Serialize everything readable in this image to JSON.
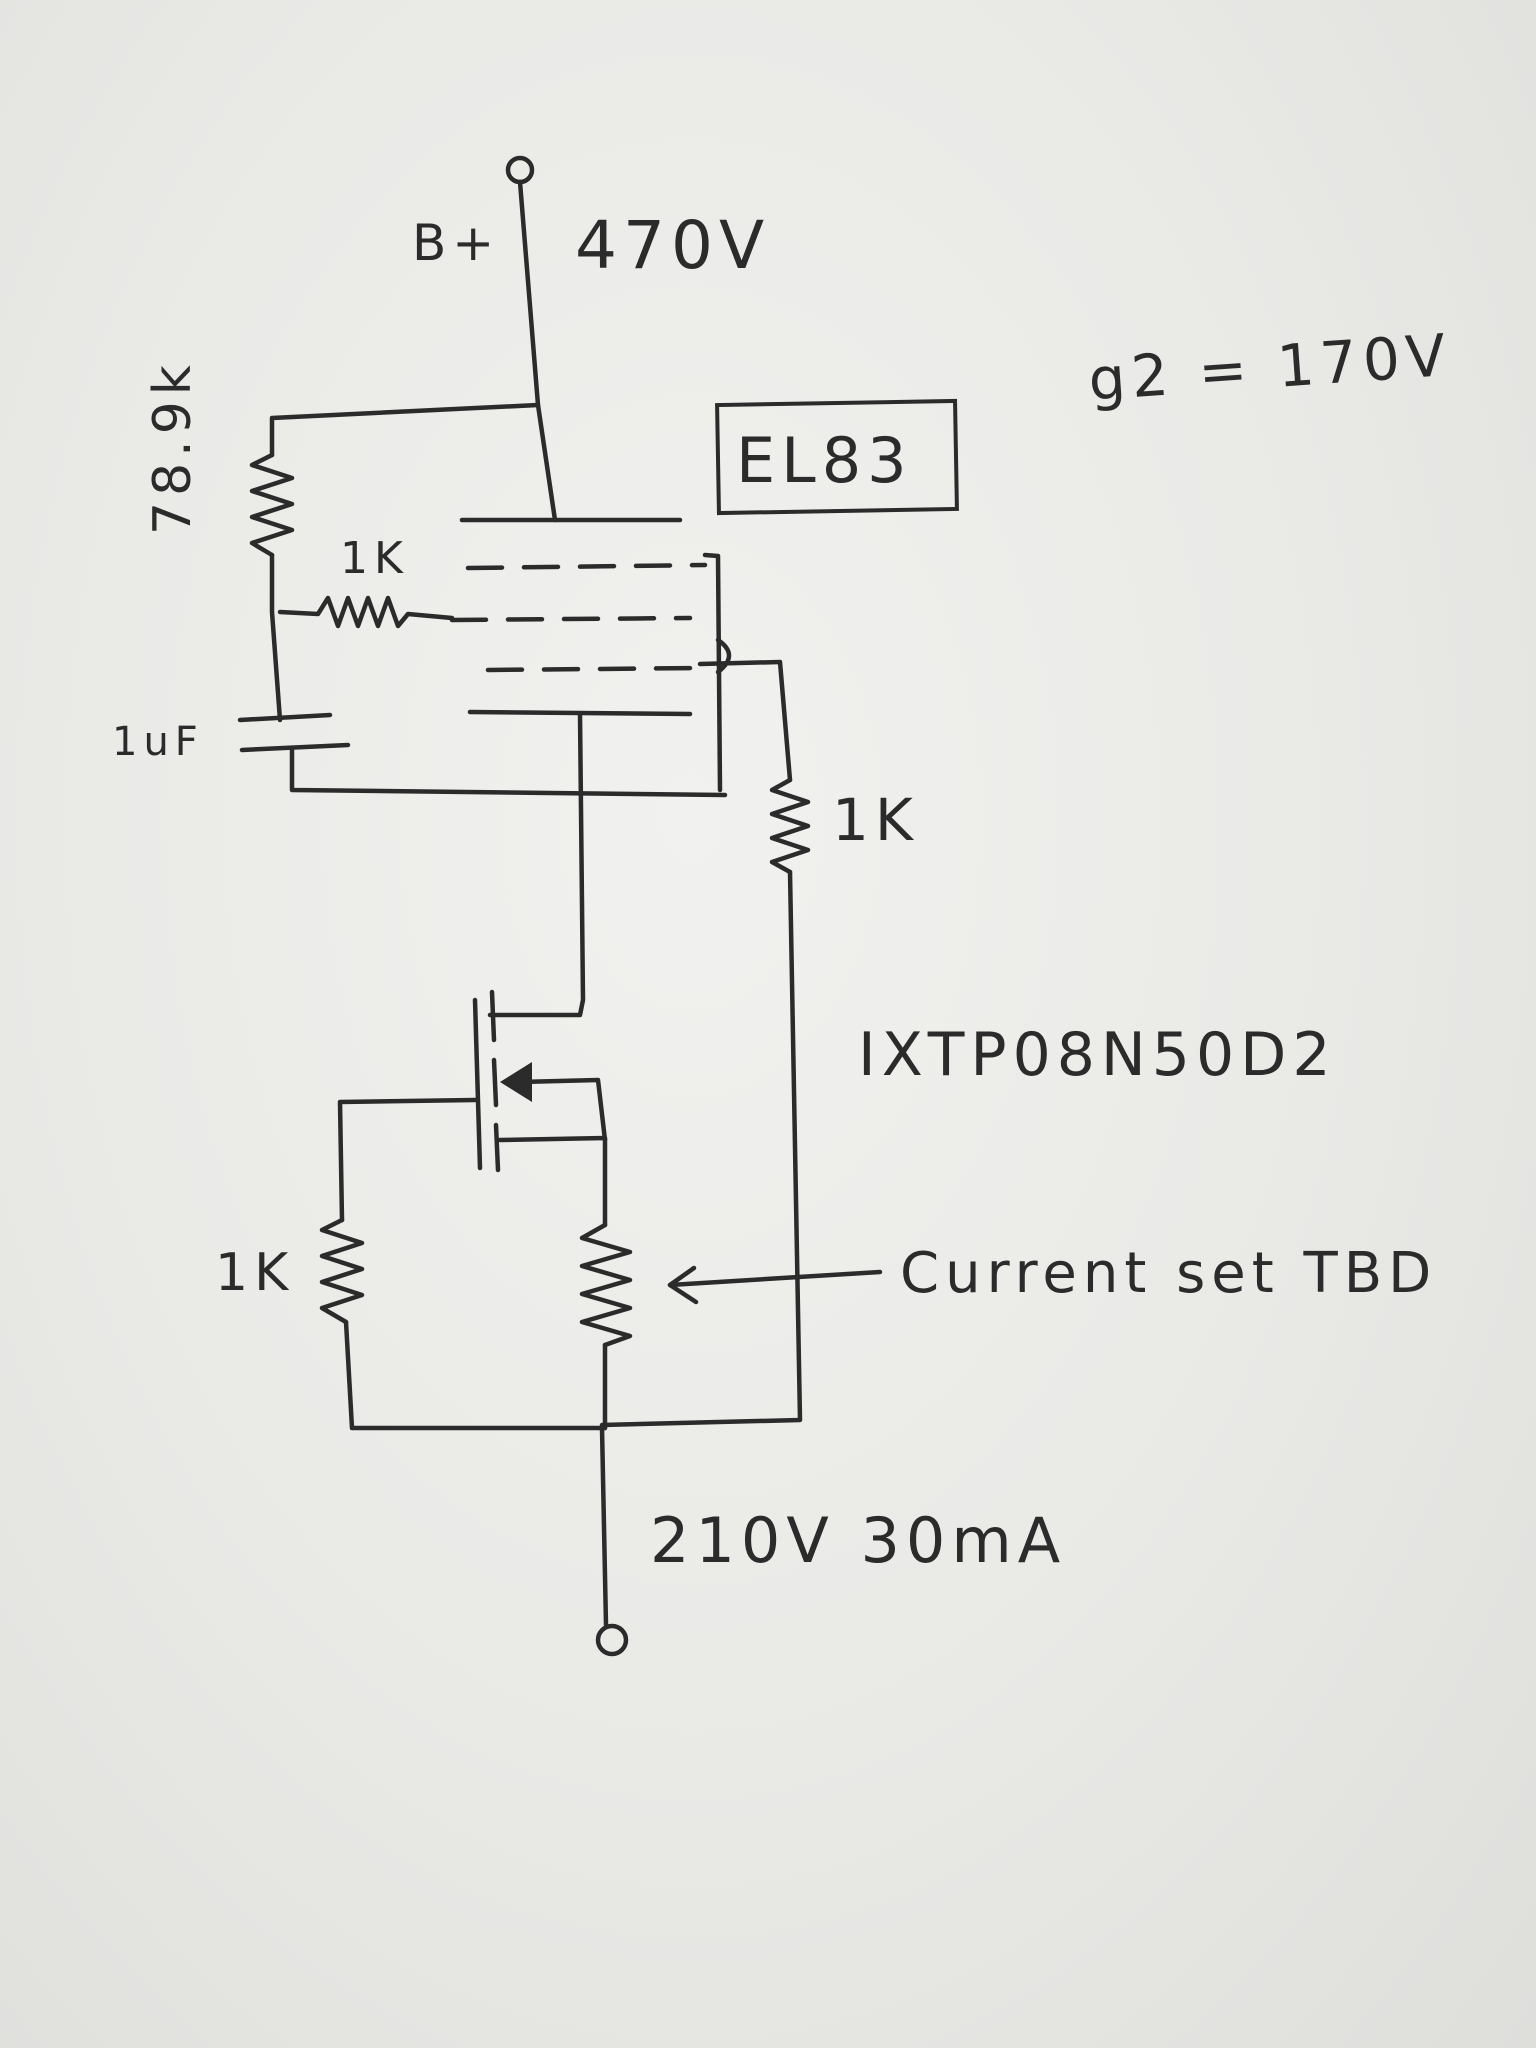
{
  "labels": {
    "supply_name": "B+",
    "supply_voltage": "470V",
    "g2_note": "g2 = 170V",
    "tube": "EL83",
    "r_divider": "78.9k",
    "r_grid1": "1K",
    "cap": "1uF",
    "r_screen": "1K",
    "mosfet": "IXTP08N50D2",
    "r_gate": "1K",
    "current_set": "Current set TBD",
    "output": "210V 30mA"
  }
}
